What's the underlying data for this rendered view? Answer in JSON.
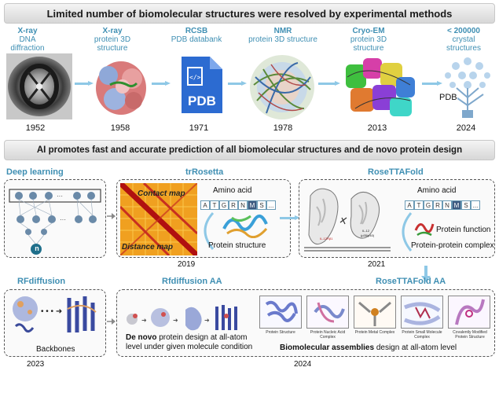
{
  "top_banner": "Limited number of biomolecular structures were resolved by experimental methods",
  "timeline": [
    {
      "title": "X-ray",
      "subtitle": "DNA diffraction",
      "year": "1952"
    },
    {
      "title": "X-ray",
      "subtitle": "protein 3D structure",
      "year": "1958"
    },
    {
      "title": "RCSB",
      "subtitle": "PDB databank",
      "year": "1971"
    },
    {
      "title": "NMR",
      "subtitle": "protein 3D structure",
      "year": "1978"
    },
    {
      "title": "Cryo-EM",
      "subtitle": "protein 3D structure",
      "year": "2013"
    },
    {
      "title": "< 200000",
      "subtitle": "crystal structures",
      "year": "2024"
    }
  ],
  "pdb_icon_text": "PDB",
  "pdb_tree_label": "PDB",
  "ai_banner": "AI promotes fast and accurate prediction of all biomolecular structures and de novo protein design",
  "deep_learning": {
    "title": "Deep learning",
    "node_label": "n"
  },
  "trrosetta": {
    "title": "trRosetta",
    "contact_map": "Contact map",
    "distance_map": "Distance map",
    "amino_acid": "Amino acid",
    "letters": [
      "A",
      "T",
      "G",
      "R",
      "N",
      "M",
      "S",
      "..."
    ],
    "protein_structure": "Protein structure",
    "year": "2019"
  },
  "rosettafold": {
    "title": "RoseTTAFold",
    "amino_acid": "Amino acid",
    "letters": [
      "A",
      "T",
      "G",
      "R",
      "N",
      "M",
      "S",
      "..."
    ],
    "protein_function": "Protein function",
    "protein_complex": "Protein-protein complex",
    "year": "2021"
  },
  "rfdiffusion": {
    "title": "RFdiffusion",
    "backbones": "Backbones",
    "year": "2023"
  },
  "rfdiffusion_aa": {
    "title": "Rfdiffusion AA",
    "desc_bold": "De novo",
    "desc_rest": " protein design at all-atom level under given molecule condition"
  },
  "rosettafold_aa": {
    "title": "RoseTTAFold AA",
    "panels": [
      "Protein Structure",
      "Protein Nucleic Acid Complex",
      "Protein Metal Complex",
      "Protein Small Molecule Complex",
      "Covalently Modified Protein Structure"
    ],
    "assemblies_bold": "Biomolecular assemblies",
    "assemblies_rest": " design at all-atom level"
  },
  "bottom_year": "2024",
  "colors": {
    "accent_blue": "#3f8fb3",
    "arrow_blue": "#8ec8e6",
    "pdb_blue": "#2c6bd1"
  }
}
